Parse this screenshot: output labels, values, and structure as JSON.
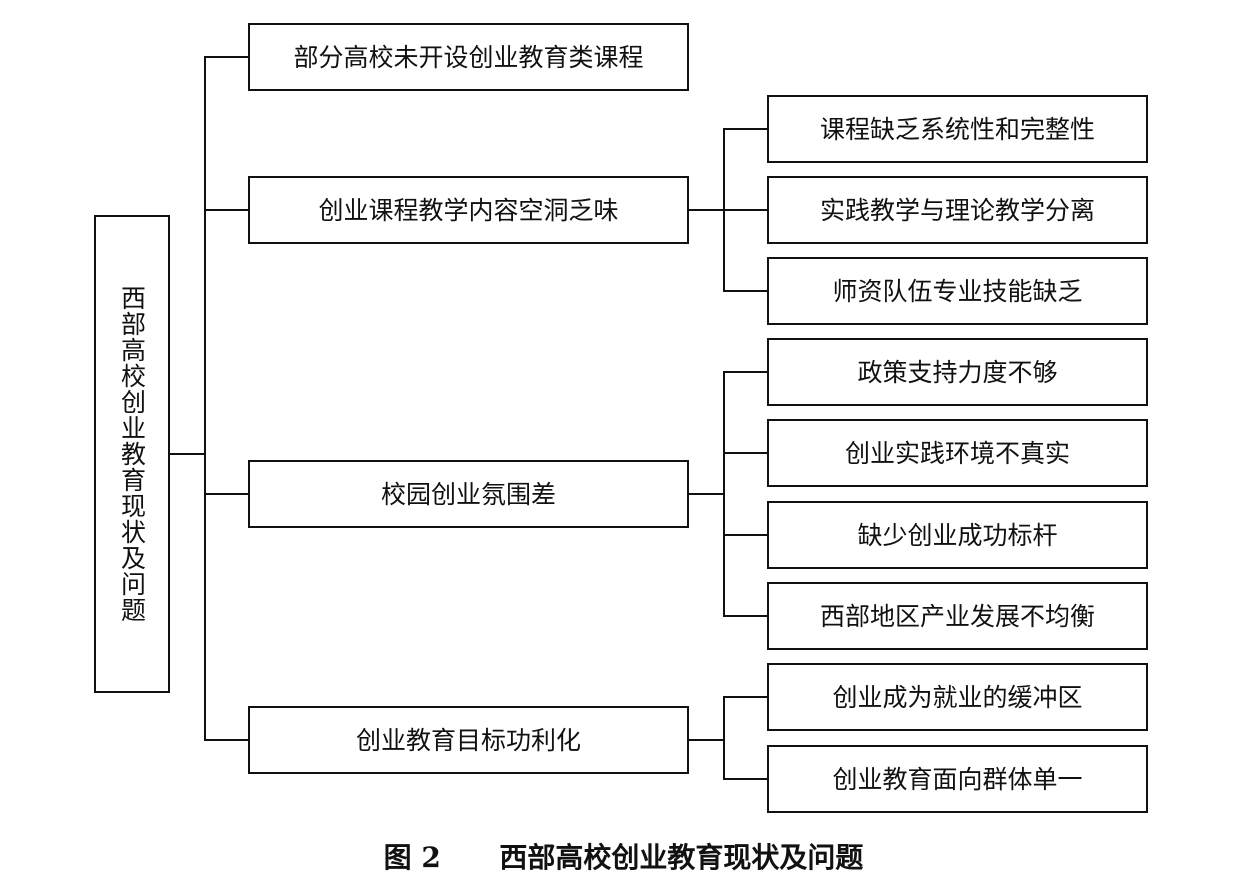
{
  "root": {
    "label": "西部高校创业教育现状及问题"
  },
  "level1": [
    {
      "label": "部分高校未开设创业教育类课程"
    },
    {
      "label": "创业课程教学内容空洞乏味"
    },
    {
      "label": "校园创业氛围差"
    },
    {
      "label": "创业教育目标功利化"
    }
  ],
  "level2": {
    "course": [
      {
        "label": "课程缺乏系统性和完整性"
      },
      {
        "label": "实践教学与理论教学分离"
      },
      {
        "label": "师资队伍专业技能缺乏"
      }
    ],
    "atmosphere": [
      {
        "label": "政策支持力度不够"
      },
      {
        "label": "创业实践环境不真实"
      },
      {
        "label": "缺少创业成功标杆"
      },
      {
        "label": "西部地区产业发展不均衡"
      }
    ],
    "utilitarian": [
      {
        "label": "创业成为就业的缓冲区"
      },
      {
        "label": "创业教育面向群体单一"
      }
    ]
  },
  "caption": {
    "figure_no": "图 2",
    "title": "西部高校创业教育现状及问题"
  }
}
